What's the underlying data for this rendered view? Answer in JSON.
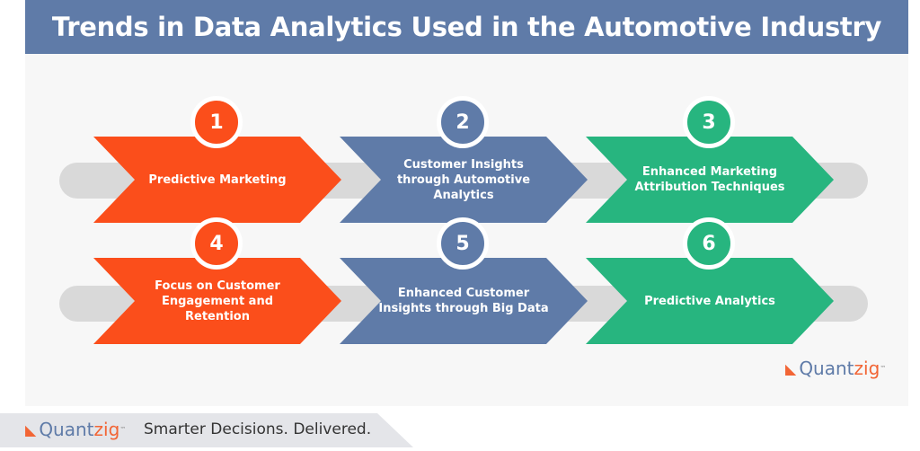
{
  "title": "Trends in Data Analytics Used in the Automotive Industry",
  "colors": {
    "orange": "#fb4e1b",
    "blue": "#5f7ba8",
    "green": "#27b57f"
  },
  "steps": [
    {
      "number": "1",
      "label": "Predictive Marketing",
      "color": "#fb4e1b"
    },
    {
      "number": "2",
      "label": "Customer Insights through Automotive Analytics",
      "color": "#5f7ba8"
    },
    {
      "number": "3",
      "label": "Enhanced Marketing Attribution Techniques",
      "color": "#27b57f"
    },
    {
      "number": "4",
      "label": "Focus on Customer Engagement and Retention",
      "color": "#fb4e1b"
    },
    {
      "number": "5",
      "label": "Enhanced Customer Insights through Big Data",
      "color": "#5f7ba8"
    },
    {
      "number": "6",
      "label": "Predictive Analytics",
      "color": "#27b57f"
    }
  ],
  "logo": {
    "part1": "Quant",
    "part2": "zig",
    "tm": "™"
  },
  "footer": {
    "tagline": "Smarter Decisions. Delivered."
  }
}
